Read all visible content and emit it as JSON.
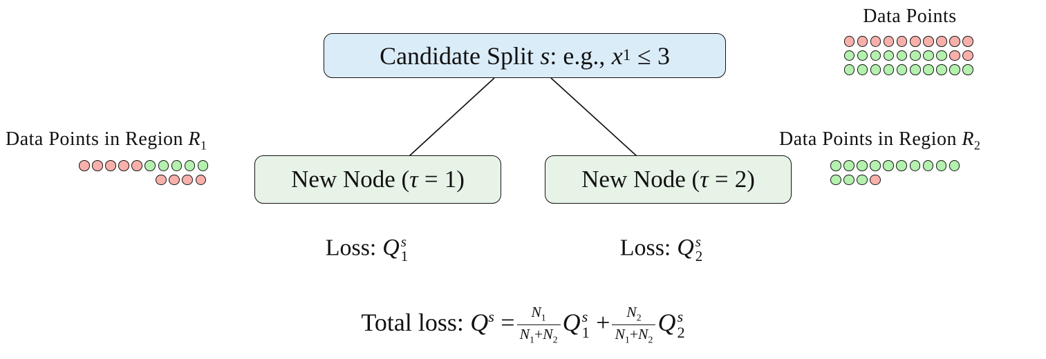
{
  "colors": {
    "root_fill": "#dbecf9",
    "node_fill": "#e7f3e7",
    "dot_red": "#f8b0ab",
    "dot_green": "#b4f0ae",
    "stroke": "#111111"
  },
  "root_node": {
    "prefix": "Candidate Split",
    "s": "s",
    "mid": ": e.g.,",
    "x": "x",
    "x_sub": "1",
    "leq": "≤",
    "value": "3"
  },
  "nodes": [
    {
      "prefix": "New Node (",
      "tau": "τ",
      "eq": "=",
      "value": "1",
      "close": ")"
    },
    {
      "prefix": "New Node (",
      "tau": "τ",
      "eq": "=",
      "value": "2",
      "close": ")"
    }
  ],
  "losses": [
    {
      "label": "Loss:",
      "q": "Q",
      "sup": "s",
      "sub": "1"
    },
    {
      "label": "Loss:",
      "q": "Q",
      "sup": "s",
      "sub": "2"
    }
  ],
  "total_loss": {
    "label": "Total loss:",
    "q": "Q",
    "q_sup": "s",
    "eq": "=",
    "plus": "+",
    "frac1": {
      "num": "N",
      "num_sub": "1",
      "den_a": "N",
      "den_a_sub": "1",
      "den_plus": "+",
      "den_b": "N",
      "den_b_sub": "2"
    },
    "t1": {
      "q": "Q",
      "sup": "s",
      "sub": "1"
    },
    "frac2": {
      "num": "N",
      "num_sub": "2",
      "den_a": "N",
      "den_a_sub": "1",
      "den_plus": "+",
      "den_b": "N",
      "den_b_sub": "2"
    },
    "t2": {
      "q": "Q",
      "sup": "s",
      "sub": "2"
    }
  },
  "datasets": {
    "all": {
      "label": "Data Points",
      "rows": [
        {
          "offset": 0,
          "dots": "rrrrrrrrrr"
        },
        {
          "offset": 0,
          "dots": "ggggggggrr"
        },
        {
          "offset": 0,
          "dots": "gggggggggg"
        }
      ]
    },
    "r1": {
      "label": "Data Points in Region",
      "region": "R",
      "region_sub": "1",
      "rows": [
        {
          "offset": 0,
          "dots": "rrrrrggggg"
        },
        {
          "offset": 5.4,
          "dots": "rrrr"
        }
      ]
    },
    "r2": {
      "label": "Data Points in Region",
      "region": "R",
      "region_sub": "2",
      "rows": [
        {
          "offset": 0,
          "dots": "gggggggggg"
        },
        {
          "offset": 0,
          "dots": "gggr"
        }
      ]
    }
  }
}
